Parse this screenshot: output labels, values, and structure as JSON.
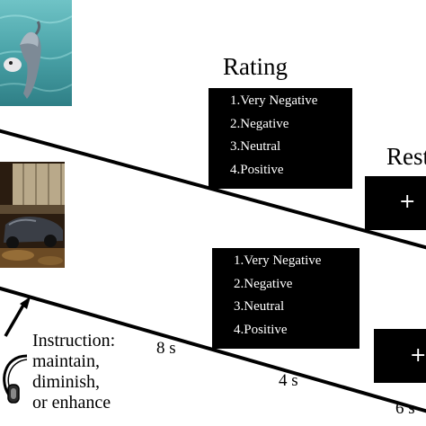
{
  "rating": {
    "title": "Rating",
    "options": [
      "1.Very Negative",
      "2.Negative",
      "3.Neutral",
      "4.Positive"
    ]
  },
  "rest": {
    "title": "Rest",
    "fixation": "+"
  },
  "instruction": {
    "lines": [
      "Instruction:",
      "maintain,",
      "diminish,",
      "or enhance"
    ]
  },
  "durations": {
    "instruction": "8 s",
    "rating": "4 s",
    "rest": "6 s"
  },
  "colors": {
    "background": "#ffffff",
    "screen": "#000000",
    "screen_text": "#ffffff",
    "line": "#000000"
  },
  "icons": {
    "cue": "headphones-icon",
    "cue_pointer": "arrow-icon"
  }
}
